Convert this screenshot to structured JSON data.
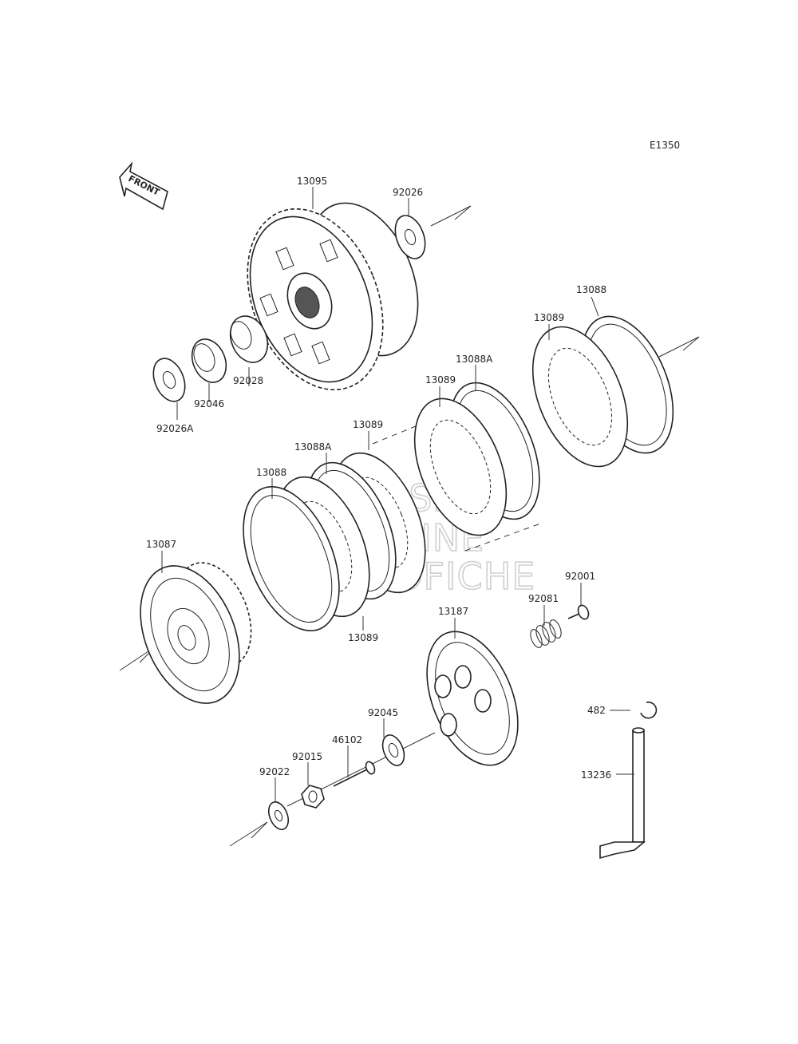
{
  "diagram": {
    "code": "E1350",
    "front_label": "FRONT",
    "watermark": [
      "HLSM",
      "ONLINE",
      "MICROFICHE"
    ],
    "parts": [
      {
        "id": "p13095",
        "number": "13095"
      },
      {
        "id": "p92026",
        "number": "92026"
      },
      {
        "id": "p92028",
        "number": "92028"
      },
      {
        "id": "p92046",
        "number": "92046"
      },
      {
        "id": "p92026a",
        "number": "92026A"
      },
      {
        "id": "p13088_top",
        "number": "13088"
      },
      {
        "id": "p13089_top",
        "number": "13089"
      },
      {
        "id": "p13088a_top",
        "number": "13088A"
      },
      {
        "id": "p13089_mid",
        "number": "13089"
      },
      {
        "id": "p13089_mid2",
        "number": "13089"
      },
      {
        "id": "p13088a_mid",
        "number": "13088A"
      },
      {
        "id": "p13088_left",
        "number": "13088"
      },
      {
        "id": "p13087",
        "number": "13087"
      },
      {
        "id": "p13089_low",
        "number": "13089"
      },
      {
        "id": "p92001",
        "number": "92001"
      },
      {
        "id": "p92081",
        "number": "92081"
      },
      {
        "id": "p13187",
        "number": "13187"
      },
      {
        "id": "p92045",
        "number": "92045"
      },
      {
        "id": "p46102",
        "number": "46102"
      },
      {
        "id": "p92015",
        "number": "92015"
      },
      {
        "id": "p92022",
        "number": "92022"
      },
      {
        "id": "p482",
        "number": "482"
      },
      {
        "id": "p13236",
        "number": "13236"
      }
    ]
  }
}
